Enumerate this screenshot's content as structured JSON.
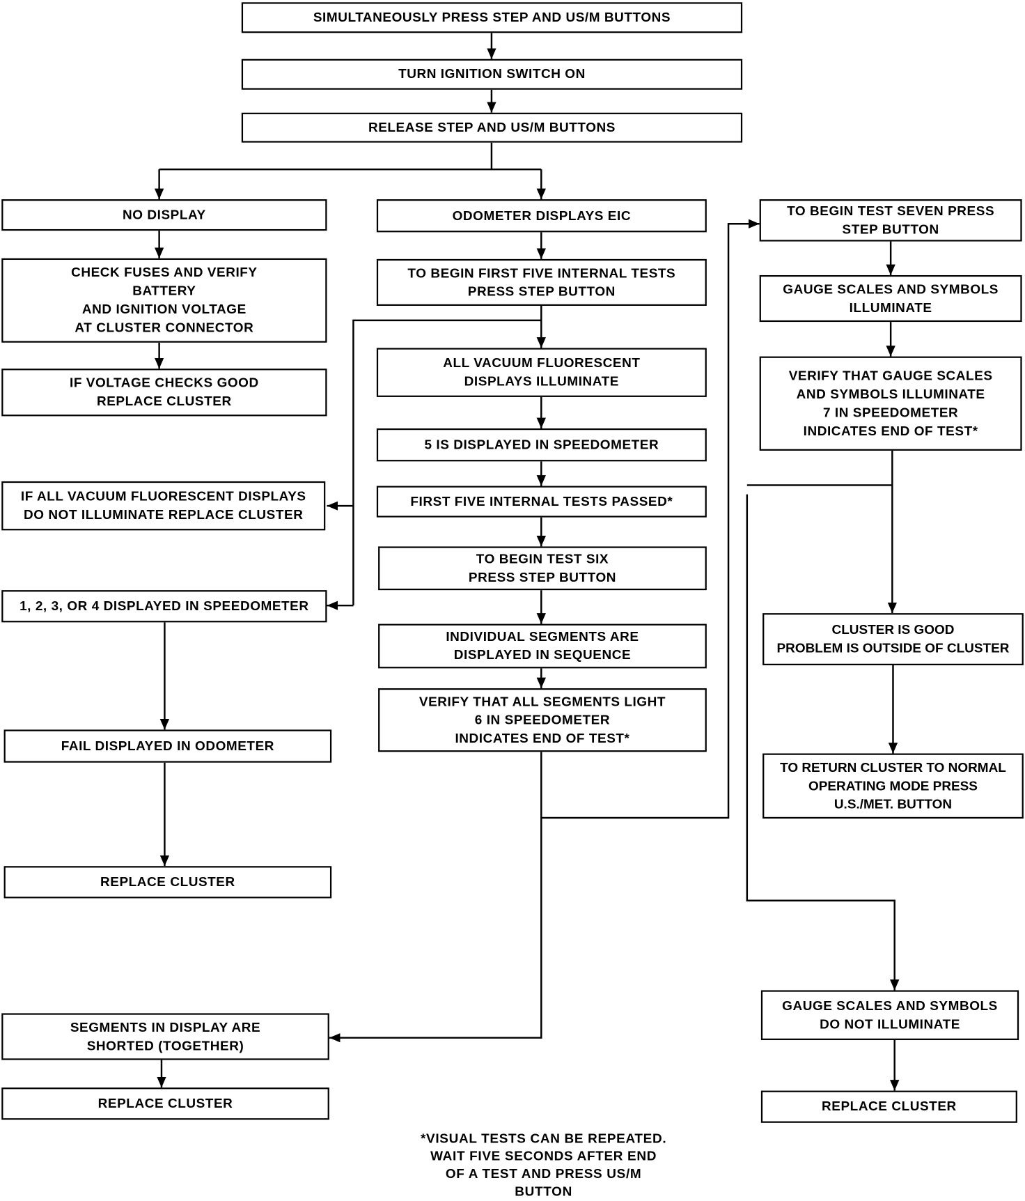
{
  "boxes": [
    {
      "lines": [
        "SIMULTANEOUSLY PRESS STEP AND US/M BUTTONS"
      ]
    },
    {
      "lines": [
        "TURN IGNITION SWITCH ON"
      ]
    },
    {
      "lines": [
        "RELEASE STEP AND US/M BUTTONS"
      ]
    },
    {
      "lines": [
        "NO DISPLAY"
      ]
    },
    {
      "lines": [
        "ODOMETER DISPLAYS EIC"
      ]
    },
    {
      "lines": [
        "CHECK FUSES AND VERIFY",
        "BATTERY",
        "AND IGNITION VOLTAGE",
        "AT CLUSTER CONNECTOR"
      ]
    },
    {
      "lines": [
        "IF VOLTAGE CHECKS GOOD",
        "REPLACE CLUSTER"
      ]
    },
    {
      "lines": [
        "TO BEGIN FIRST FIVE INTERNAL TESTS",
        "PRESS STEP BUTTON"
      ]
    },
    {
      "lines": [
        "ALL VACUUM FLUORESCENT",
        "DISPLAYS ILLUMINATE"
      ]
    },
    {
      "lines": [
        "5 IS DISPLAYED IN SPEEDOMETER"
      ]
    },
    {
      "lines": [
        "FIRST FIVE INTERNAL TESTS PASSED*"
      ]
    },
    {
      "lines": [
        "TO BEGIN TEST SIX",
        "PRESS STEP BUTTON"
      ]
    },
    {
      "lines": [
        "INDIVIDUAL SEGMENTS ARE",
        "DISPLAYED IN SEQUENCE"
      ]
    },
    {
      "lines": [
        "VERIFY THAT ALL SEGMENTS LIGHT",
        "6 IN SPEEDOMETER",
        "INDICATES END OF TEST*"
      ]
    },
    {
      "lines": [
        "IF ALL VACUUM FLUORESCENT DISPLAYS",
        "DO NOT ILLUMINATE REPLACE CLUSTER"
      ]
    },
    {
      "lines": [
        "1, 2, 3, OR 4 DISPLAYED IN SPEEDOMETER"
      ]
    },
    {
      "lines": [
        "FAIL DISPLAYED IN ODOMETER"
      ]
    },
    {
      "lines": [
        "REPLACE CLUSTER"
      ]
    },
    {
      "lines": [
        "SEGMENTS IN DISPLAY ARE",
        "SHORTED (TOGETHER)"
      ]
    },
    {
      "lines": [
        "REPLACE CLUSTER"
      ]
    },
    {
      "lines": [
        "TO BEGIN TEST SEVEN PRESS",
        "STEP BUTTON"
      ]
    },
    {
      "lines": [
        "GAUGE SCALES AND SYMBOLS",
        "ILLUMINATE"
      ]
    },
    {
      "lines": [
        "VERIFY THAT GAUGE SCALES",
        "AND SYMBOLS ILLUMINATE",
        "7 IN SPEEDOMETER",
        "INDICATES END OF TEST*"
      ]
    },
    {
      "lines": [
        "CLUSTER IS GOOD",
        "PROBLEM IS OUTSIDE OF CLUSTER"
      ]
    },
    {
      "lines": [
        "TO RETURN CLUSTER TO NORMAL",
        "OPERATING MODE PRESS",
        "U.S./MET. BUTTON"
      ]
    },
    {
      "lines": [
        "GAUGE SCALES AND SYMBOLS",
        "DO NOT ILLUMINATE"
      ]
    },
    {
      "lines": [
        "REPLACE CLUSTER"
      ]
    }
  ],
  "footnote": [
    "*VISUAL TESTS CAN BE REPEATED.",
    "WAIT FIVE SECONDS AFTER END",
    "OF A TEST AND PRESS US/M",
    "BUTTON"
  ]
}
